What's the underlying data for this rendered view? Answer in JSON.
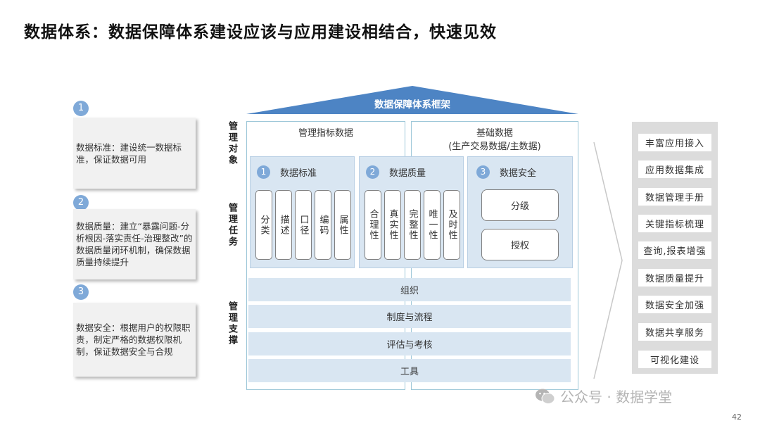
{
  "title": "数据体系：数据保障体系建设应该与应用建设相结合，快速见效",
  "notes": [
    {
      "num": "1",
      "text": "数据标准：建设统一数据标准，保证数据可用"
    },
    {
      "num": "2",
      "text": "数据质量：建立“暴露问题-分析根因-落实责任-治理整改”的数据质量闭环机制，确保数据质量持续提升"
    },
    {
      "num": "3",
      "text": "数据安全：根据用户的权限职责，制定严格的数据权限机制，保证数据安全与合规"
    }
  ],
  "framework": {
    "roof_title": "数据保障体系框架",
    "side_labels": {
      "object": "管理对象",
      "task": "管理任务",
      "support": "管理支撑"
    },
    "col_left": "管理指标数据",
    "col_right_line1": "基础数据",
    "col_right_line2": "(生产交易数据/主数据)",
    "panels": [
      {
        "num": "1",
        "title": "数据标准",
        "items": [
          "分类",
          "描述",
          "口径",
          "编码",
          "属性"
        ]
      },
      {
        "num": "2",
        "title": "数据质量",
        "items": [
          "合理性",
          "真实性",
          "完整性",
          "唯一性",
          "及时性"
        ]
      },
      {
        "num": "3",
        "title": "数据安全",
        "items": [
          "分级",
          "授权"
        ]
      }
    ],
    "supports": [
      "组织",
      "制度与流程",
      "评估与考核",
      "工具"
    ]
  },
  "right_list": [
    "丰富应用接入",
    "应用数据集成",
    "数据管理手册",
    "关键指标梳理",
    "查询,报表增强",
    "数据质量提升",
    "数据安全加强",
    "数据共享服务",
    "可视化建设"
  ],
  "watermark": "公众号 · 数据学堂",
  "page_number": "42",
  "colors": {
    "accent": "#4d84c4",
    "panel": "#d9e6f2",
    "circle": "#7fa9d8",
    "frame": "#9dc7d8"
  }
}
